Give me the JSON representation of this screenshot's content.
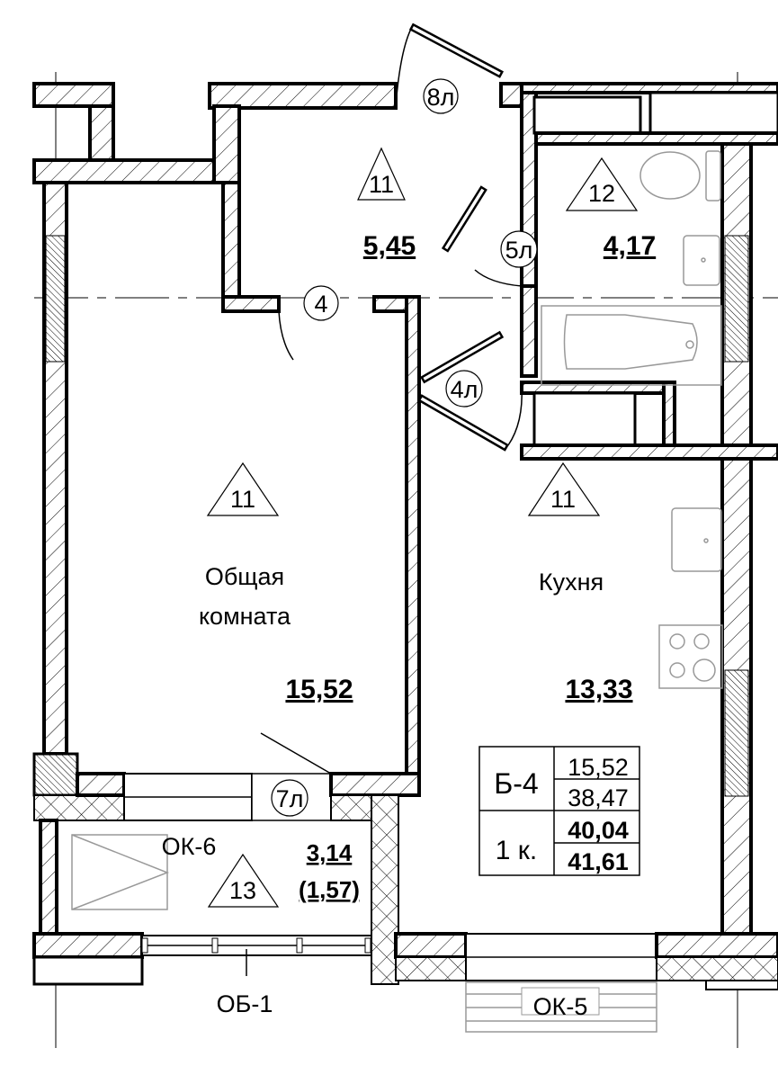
{
  "plan": {
    "apartment_type": "Б-4",
    "rooms_count_label": "1 к.",
    "summary": {
      "living_area": "15,52",
      "net_area": "38,47",
      "total_area": "40,04",
      "total_area_with_balcony": "41,61"
    },
    "rooms": [
      {
        "id": "hall",
        "name": "",
        "area": "5,45",
        "finish_code": "11"
      },
      {
        "id": "bathroom",
        "name": "",
        "area": "4,17",
        "finish_code": "12"
      },
      {
        "id": "living",
        "name_line1": "Общая",
        "name_line2": "комната",
        "area": "15,52",
        "finish_code": "11"
      },
      {
        "id": "kitchen",
        "name": "Кухня",
        "area": "13,33",
        "finish_code": "11"
      },
      {
        "id": "balcony",
        "name": "",
        "area": "3,14",
        "area_reduced": "(1,57)",
        "finish_code": "13"
      }
    ],
    "doors": [
      {
        "id": "d8l",
        "label": "8л"
      },
      {
        "id": "d4",
        "label": "4"
      },
      {
        "id": "d5l",
        "label": "5л"
      },
      {
        "id": "d4l",
        "label": "4л"
      },
      {
        "id": "d7l",
        "label": "7л"
      }
    ],
    "windows": [
      {
        "id": "ok6",
        "label": "ОК-6"
      },
      {
        "id": "ob1",
        "label": "ОБ-1"
      },
      {
        "id": "ok5",
        "label": "ОК-5"
      }
    ]
  }
}
